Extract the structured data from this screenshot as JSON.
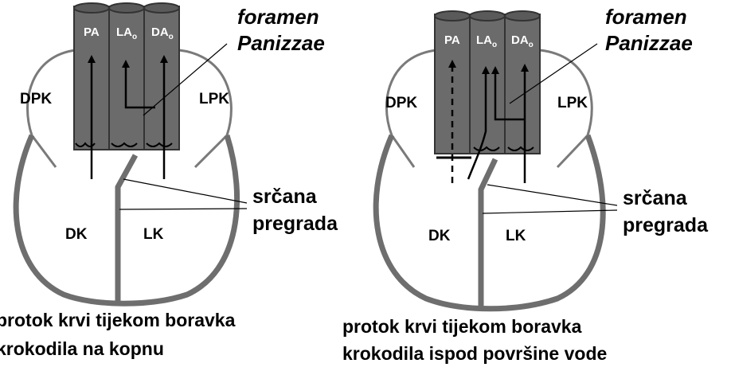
{
  "panels": [
    {
      "vessels": {
        "pa": "PA",
        "lao_main": "LA",
        "lao_sub": "o",
        "dao_main": "DA",
        "dao_sub": "o"
      },
      "atria": {
        "right": "DPK",
        "left": "LPK"
      },
      "ventricles": {
        "right": "DK",
        "left": "LK"
      },
      "foramen": {
        "line1": "foramen",
        "line2": "Panizzae"
      },
      "septum": {
        "line1": "srčana",
        "line2": "pregrada"
      },
      "caption": {
        "line1": "protok krvi tijekom boravka",
        "line2": "krokodila na kopnu"
      }
    },
    {
      "vessels": {
        "pa": "PA",
        "lao_main": "LA",
        "lao_sub": "o",
        "dao_main": "DA",
        "dao_sub": "o"
      },
      "atria": {
        "right": "DPK",
        "left": "LPK"
      },
      "ventricles": {
        "right": "DK",
        "left": "LK"
      },
      "foramen": {
        "line1": "foramen",
        "line2": "Panizzae"
      },
      "septum": {
        "line1": "srčana",
        "line2": "pregrada"
      },
      "caption": {
        "line1": "protok krvi tijekom boravka",
        "line2": "krokodila ispod površine vode"
      }
    }
  ],
  "colors": {
    "vessel_fill": "#6b6b6b",
    "outline": "#7a7a7a",
    "arrow": "#000000"
  }
}
